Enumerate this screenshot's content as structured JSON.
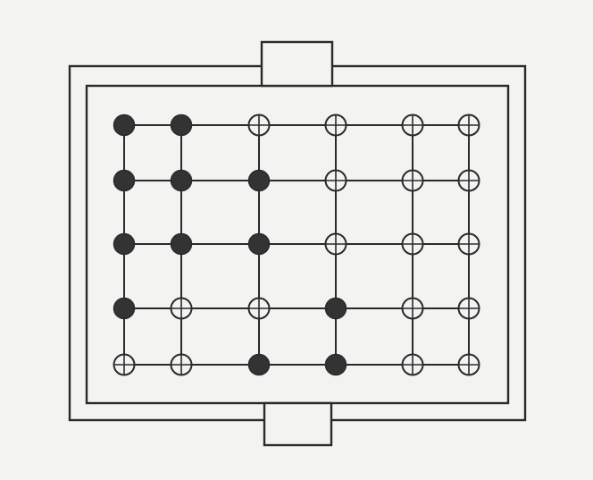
{
  "board": {
    "columns": 6,
    "rows": 5,
    "stones": [
      [
        "black",
        "black",
        "white",
        "white",
        "white",
        "white"
      ],
      [
        "black",
        "black",
        "black",
        "white",
        "white",
        "white"
      ],
      [
        "black",
        "black",
        "black",
        "white",
        "white",
        "white"
      ],
      [
        "black",
        "white",
        "white",
        "black",
        "white",
        "white"
      ],
      [
        "white",
        "white",
        "black",
        "black",
        "white",
        "white"
      ]
    ]
  },
  "colors": {
    "ink": "#2a2a2a",
    "paper": "#f3f3f1",
    "black_stone": "#333333",
    "white_stone": "#f3f3f1"
  }
}
